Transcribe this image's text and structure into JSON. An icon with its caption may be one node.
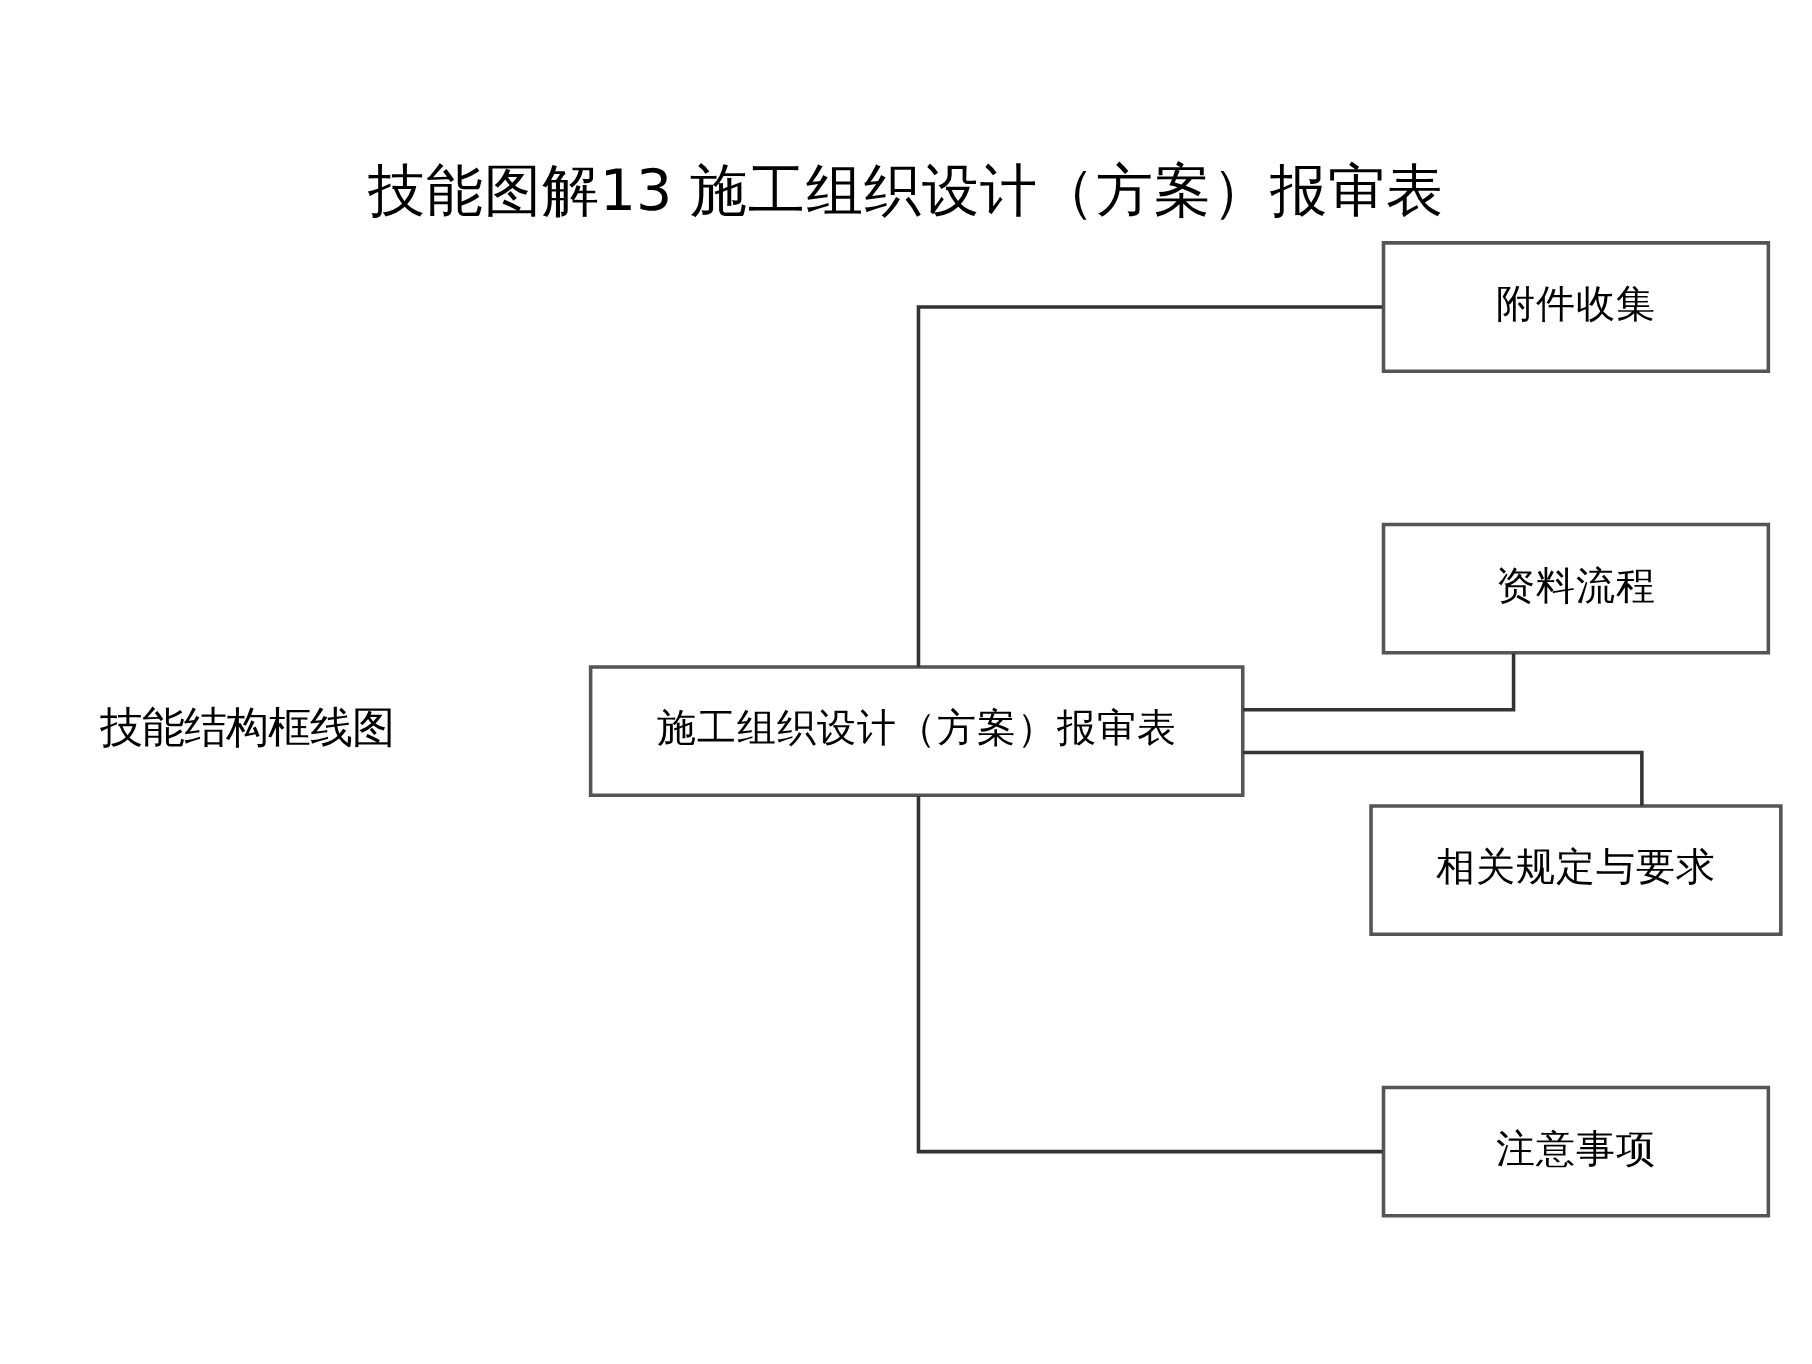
{
  "diagram": {
    "title": "技能图解13 施工组织设计（方案）报审表",
    "nodes": [
      {
        "text": [
          "施工组织设计（方案）报审表"
        ]
      },
      {
        "text": [
          "附件收集"
        ]
      },
      {
        "text": [
          "资料流程"
        ]
      },
      {
        "text": [
          "相关规定与要求"
        ]
      },
      {
        "text": [
          "注意事项"
        ]
      }
    ],
    "edges": [
      {
        "from": 0,
        "to": 1,
        "arrow": "none"
      },
      {
        "from": 0,
        "to": 2,
        "arrow": "none"
      },
      {
        "from": 0,
        "to": 3,
        "arrow": "none"
      },
      {
        "from": 0,
        "to": 4,
        "arrow": "none"
      }
    ],
    "labels": [
      "技能结构框线图"
    ]
  }
}
